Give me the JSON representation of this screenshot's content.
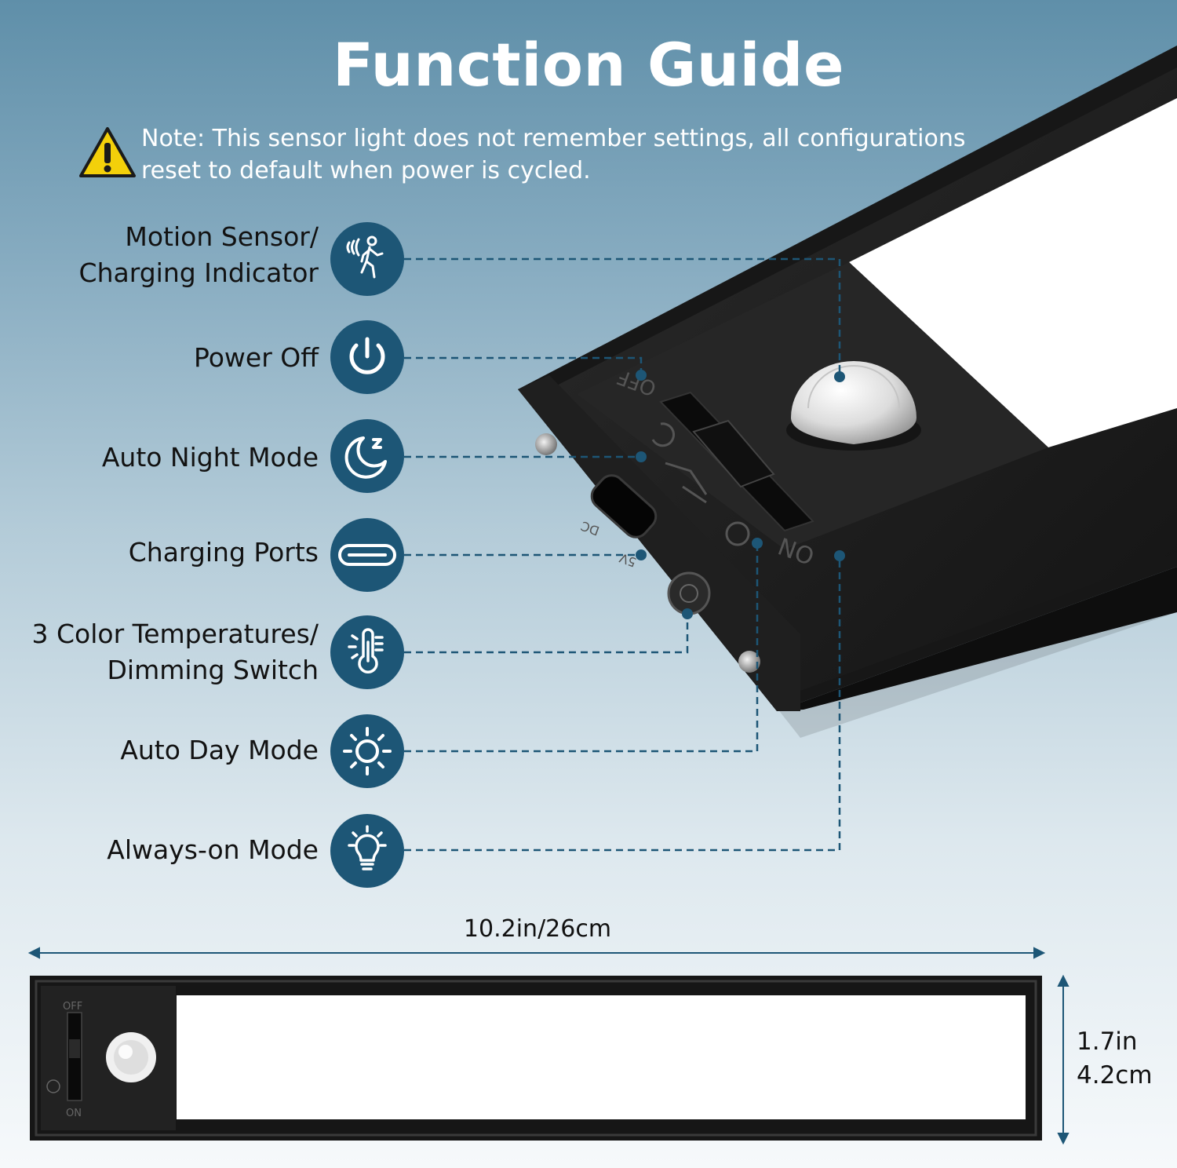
{
  "title": "Function Guide",
  "note": {
    "icon": "warning-icon",
    "line1": "Note: This sensor light does not remember settings, all configurations",
    "line2": "reset to default when power is cycled."
  },
  "features": [
    {
      "line1": "Motion Sensor/",
      "line2": "Charging Indicator",
      "icon": "motion-sensor-icon"
    },
    {
      "line1": "Power Off",
      "icon": "power-icon"
    },
    {
      "line1": "Auto Night Mode",
      "icon": "moon-icon"
    },
    {
      "line1": "Charging Ports",
      "icon": "usb-c-icon"
    },
    {
      "line1": "3 Color Temperatures/",
      "line2": "Dimming Switch",
      "icon": "thermometer-icon"
    },
    {
      "line1": "Auto Day Mode",
      "icon": "sun-icon"
    },
    {
      "line1": "Always-on Mode",
      "icon": "bulb-icon"
    }
  ],
  "switch_labels": {
    "off": "OFF",
    "on": "ON",
    "dc": "DC",
    "port": "5V"
  },
  "dimensions": {
    "length": "10.2in/26cm",
    "height_in": "1.7in",
    "height_cm": "4.2cm"
  },
  "colors": {
    "icon_circle": "#1d5676",
    "leader_line": "#1d5676",
    "housing": "#1a1a1a"
  }
}
